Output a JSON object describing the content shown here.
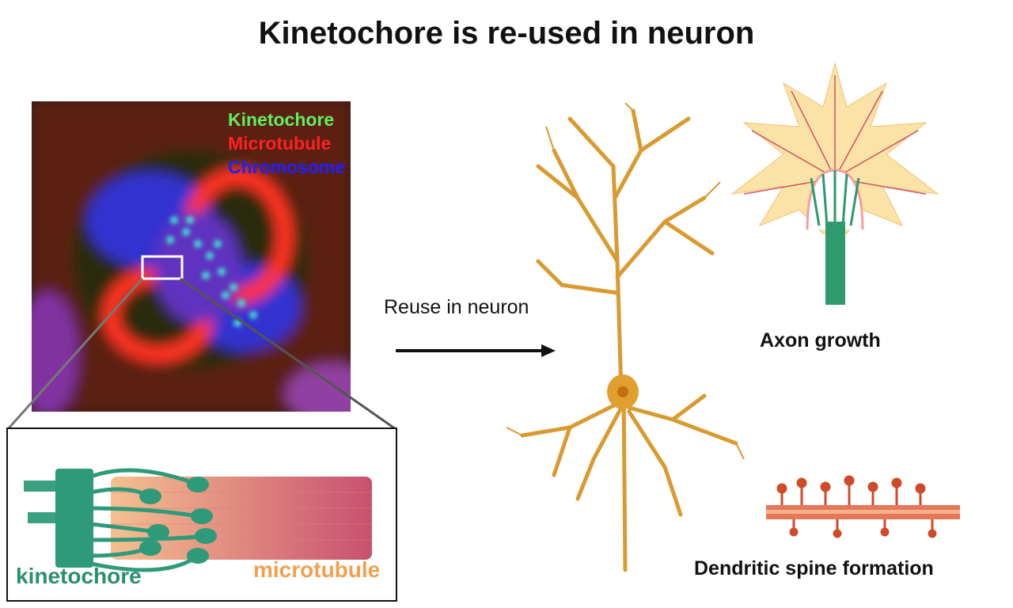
{
  "title": "Kinetochore is re-used in neuron",
  "micrograph": {
    "legend": [
      {
        "label": "Kinetochore",
        "color": "#5ef05e"
      },
      {
        "label": "Microtubule",
        "color": "#ff2020"
      },
      {
        "label": "Chromosome",
        "color": "#2020ff"
      }
    ]
  },
  "inset": {
    "kinetochore_label": "kinetochore",
    "kinetochore_color": "#2a8f6e",
    "microtubule_label": "microtubule",
    "microtubule_color": "#f0a050"
  },
  "arrow_label": "Reuse in neuron",
  "axon_label": "Axon growth",
  "spine_label": "Dendritic spine formation"
}
